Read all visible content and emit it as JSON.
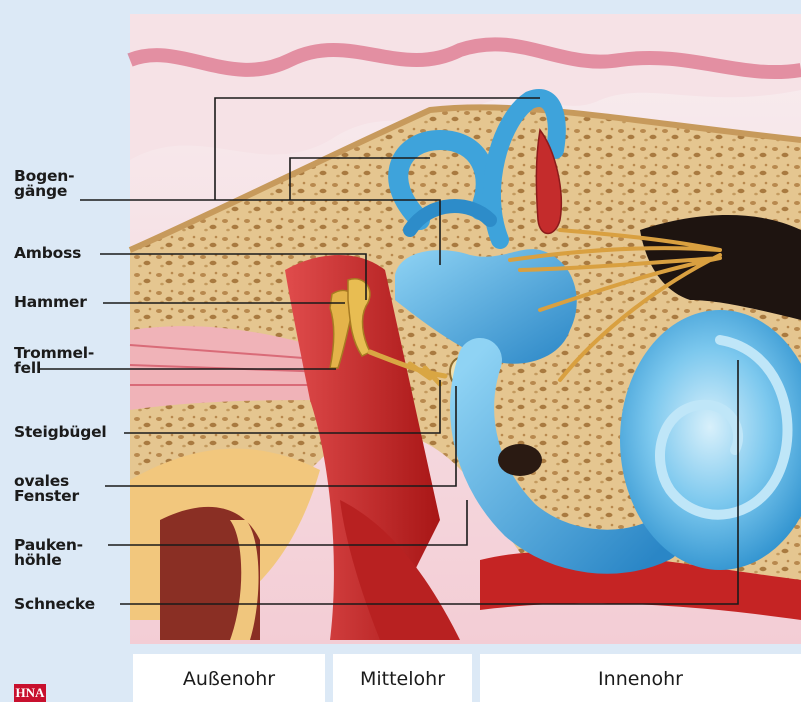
{
  "labels": {
    "semicircular_canals": "Bogen-\ngänge",
    "incus": "Amboss",
    "malleus": "Hammer",
    "eardrum": "Trommel-\nfell",
    "stapes": "Steigbügel",
    "oval_window": "ovales\nFenster",
    "tympanic_cavity": "Pauken-\nhöhle",
    "cochlea": "Schnecke"
  },
  "regions": {
    "outer_ear": "Außenohr",
    "middle_ear": "Mittelohr",
    "inner_ear": "Innenohr"
  },
  "logo": {
    "text": "HNA"
  },
  "colors": {
    "background": "#dce9f6",
    "bone": "#e6c896",
    "tissue_red": "#cf2a2a",
    "fluid_blue": "#3aa6dc",
    "skin_pink": "#f3c7cf",
    "nerve": "#d9a040"
  }
}
